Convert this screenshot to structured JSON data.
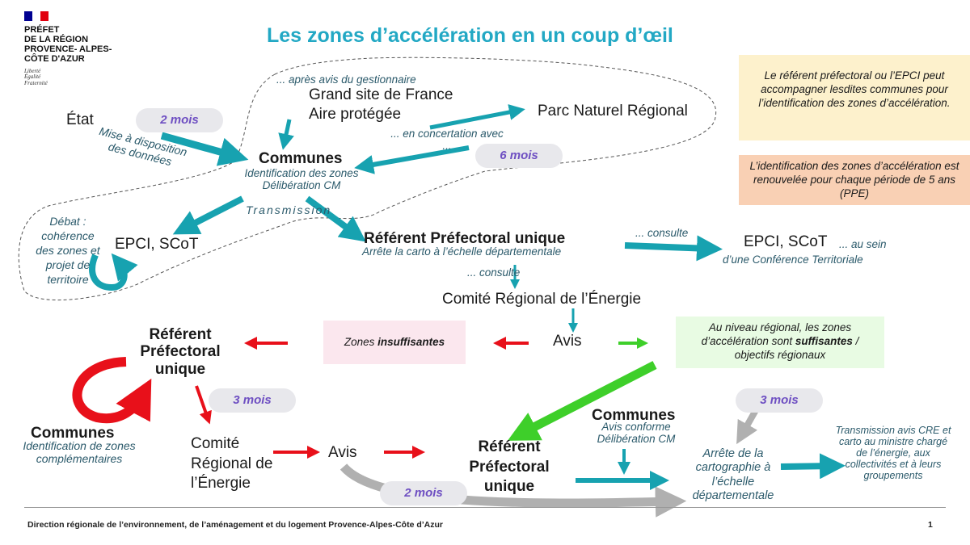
{
  "logo": {
    "lines": [
      "PRÉFET",
      "DE LA RÉGION",
      "PROVENCE- ALPES-",
      "CÔTE D'AZUR"
    ],
    "motto": [
      "Liberté",
      "Égalité",
      "Fraternité"
    ],
    "flag_colors": [
      "#000091",
      "#ffffff",
      "#e1000f"
    ]
  },
  "title": "Les zones d’accélération en un coup d’œil",
  "colors": {
    "teal": "#17a2b0",
    "red": "#e8101a",
    "green": "#3ecf2a",
    "grey": "#b0b0b0",
    "title": "#22a8c4",
    "pill_text": "#6e4fc2"
  },
  "info_boxes": {
    "epci": "Le référent préfectoral ou l’EPCI peut accompagner lesdites communes pour l’identification des zones d’accélération.",
    "renouvelee": "L’identification des zones d’accélération est renouvelée pour chaque période de 5 ans (PPE)"
  },
  "nodes": {
    "etat": "État",
    "mise_dispo": "Mise à disposition des données",
    "apres_avis": "... après avis du gestionnaire",
    "grand_site": "Grand site de France",
    "aire_protegee": "Aire protégée",
    "pnr": "Parc Naturel Régional",
    "concertation": "... en concertation avec ...",
    "communes_1": "Communes",
    "communes_1_sub1": "Identification des zones",
    "communes_1_sub2": "Délibération CM",
    "transmission": "Transmission",
    "debat": "Débat : cohérence des zones et projet de territoire",
    "epci_scot_1": "EPCI, SCoT",
    "referent_1": "Référent Préfectoral unique",
    "referent_1_sub": "Arrête la carto à l’échelle départementale",
    "consulte_1": "... consulte",
    "epci_scot_2": "EPCI, SCoT",
    "au_sein": "... au sein",
    "conference": "d’une Conférence Territoriale",
    "consulte_2": "... consulte",
    "comite_1": "Comité Régional de l’Énergie",
    "avis_1": "Avis",
    "zones_insuff_pre": "Zones ",
    "zones_insuff_bold": "insuffisantes",
    "suff_pre": "Au niveau régional, les zones d’accélération sont ",
    "suff_bold": "suffisantes",
    "suff_post": " / objectifs régionaux",
    "referent_2": "Référent Préfectoral unique",
    "communes_2": "Communes",
    "communes_2_sub": "Identification de zones complémentaires",
    "comite_2": "Comité Régional de l’Énergie",
    "avis_2": "Avis",
    "referent_3": "Référent Préfectoral unique",
    "communes_3": "Communes",
    "communes_3_sub1": "Avis conforme",
    "communes_3_sub2": "Délibération CM",
    "arrete": "Arrête de la cartographie à l’échelle départementale",
    "transmission_avis": "Transmission avis CRE et carto au ministre chargé de l’énergie, aux collectivités et à leurs groupements"
  },
  "durations": {
    "d1": "2 mois",
    "d2": "6 mois",
    "d3": "3 mois",
    "d4": "3 mois",
    "d5": "2 mois"
  },
  "footer": "Direction régionale de l’environnement, de l’aménagement et du logement Provence-Alpes-Côte d’Azur",
  "page_number": "1"
}
